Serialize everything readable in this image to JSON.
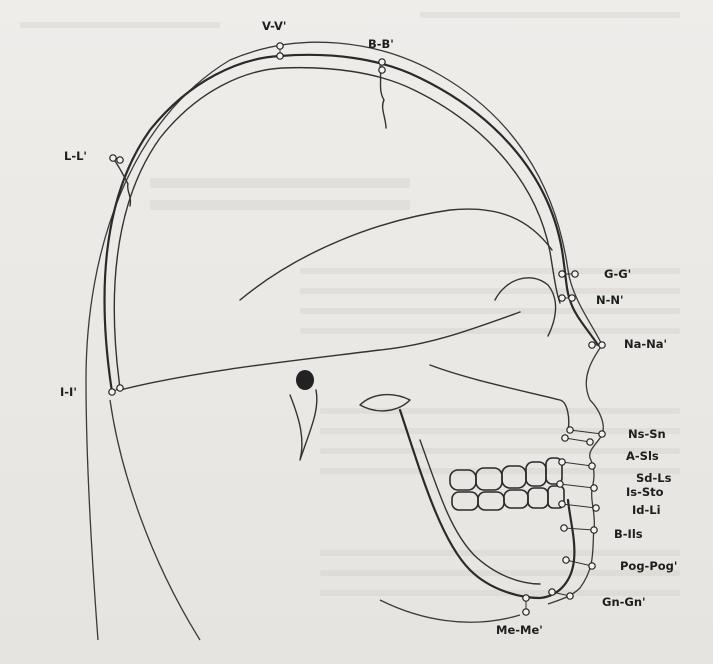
{
  "labels": {
    "v": "V-V'",
    "b": "B-B'",
    "l": "L-L'",
    "i": "I-I'",
    "g": "G-G'",
    "n": "N-N'",
    "na": "Na-Na'",
    "ns": "Ns-Sn",
    "a": "A-Sls",
    "sd": "Sd-Ls",
    "is": "Is-Sto",
    "id": "Id-Li",
    "bi": "B-Ils",
    "pog": "Pog-Pog'",
    "gn": "Gn-Gn'",
    "me": "Me-Me'"
  }
}
